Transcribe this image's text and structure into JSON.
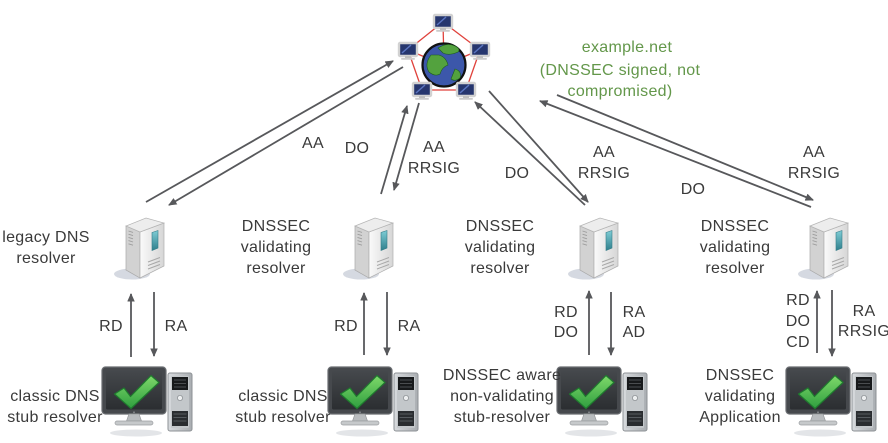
{
  "internet": {
    "name": "example.net",
    "note": "(DNSSEC signed, not compromised)",
    "icon": "internet-network-icon"
  },
  "columns": [
    {
      "resolver_label": "legacy DNS\nresolver",
      "upstream_answer": "AA",
      "client_label": "classic DNS\nstub resolver",
      "client_query": "RD",
      "client_answer": "RA"
    },
    {
      "resolver_label": "DNSSEC\nvalidating\nresolver",
      "upstream_query": "DO",
      "upstream_answer": "AA\nRRSIG",
      "client_label": "classic DNS\nstub resolver",
      "client_query": "RD",
      "client_answer": "RA"
    },
    {
      "resolver_label": "DNSSEC\nvalidating\nresolver",
      "upstream_query": "DO",
      "upstream_answer": "AA\nRRSIG",
      "client_label": "DNSSEC aware\nnon-validating\nstub-resolver",
      "client_query": "RD\nDO",
      "client_answer": "RA\nAD"
    },
    {
      "resolver_label": "DNSSEC\nvalidating\nresolver",
      "upstream_query": "DO",
      "upstream_answer": "AA\nRRSIG",
      "client_label": "DNSSEC\nvalidating\nApplication",
      "client_query": "RD\nDO\nCD",
      "client_answer": "RA\nRRSIG"
    }
  ],
  "icons": {
    "resolver": "server-icon",
    "client": "desktop-checkmark-icon"
  },
  "colors": {
    "arrow": "#57585b",
    "text": "#3a3a3a",
    "green_text": "#63974a",
    "check_green": "#3aa63f",
    "teal_slot": "#3d8c96",
    "mesh_red": "#e0423c",
    "globe_blue": "#3c57aa",
    "globe_green": "#53a23e"
  }
}
